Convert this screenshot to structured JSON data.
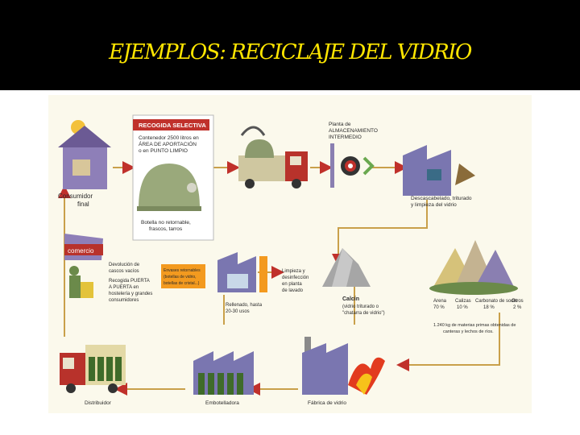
{
  "title": "EJEMPLOS: RECICLAJE DEL VIDRIO",
  "colors": {
    "title_text": "#ffe600",
    "flow_line": "#c9a04a",
    "arrow": "#c0312b",
    "recogida_header": "#c0312b",
    "house": "#7f6da8",
    "factory": "#7a76b0",
    "truck": "#b8322b",
    "bottles": "#3f6b2a",
    "orange_box": "#f39a1f",
    "comercio": "#b8322b"
  },
  "diagram": {
    "recogida": {
      "header": "RECOGIDA SELECTIVA",
      "lines": [
        "Contenedor 2500 litros en",
        "ÁREA DE APORTACIÓN",
        "o en PUNTO LIMPIO"
      ],
      "note_lines": [
        "Botella no retornable,",
        "frascos, tarros"
      ]
    },
    "consumidor": [
      "Consumidor",
      "final"
    ],
    "planta": [
      "Planta de",
      "ALMACENAMIENTO",
      "INTERMEDIO"
    ],
    "descascado": [
      "Descascabelado, triturado",
      "y limpieza del vidrio"
    ],
    "comercio": "comercio",
    "devolucion": [
      "Devolución de",
      "cascos vacíos"
    ],
    "recogida_puerta": [
      "Recogida PUERTA",
      "A PUERTA en",
      "hostelería y grandes",
      "consumidores"
    ],
    "orange_box_lines": [
      "Envases retornables",
      "(botellas de vidrio,",
      "botellas de cristal...)"
    ],
    "relleno": [
      "Rellenado, hasta",
      "20-30 usos"
    ],
    "limpieza": [
      "Limpieza y",
      "desinfección",
      "en planta",
      "de lavado"
    ],
    "calcin": [
      "Calcín",
      "(vidrio triturado o",
      "\"chatarra de vidrio\")"
    ],
    "materias": [
      {
        "name": "Arena",
        "pct": "70 %"
      },
      {
        "name": "Calizas",
        "pct": "10 %"
      },
      {
        "name": "Carbonato de sodio",
        "pct": "18 %"
      },
      {
        "name": "Otros",
        "pct": "2 %"
      }
    ],
    "materias_note": [
      "1.240 kg de materias primas obtenidas de",
      "canteras y lechos de ríos."
    ],
    "distribuidor": "Distribuidor",
    "embotelladora": "Embotelladora",
    "fabrica": "Fábrica de vidrio"
  }
}
